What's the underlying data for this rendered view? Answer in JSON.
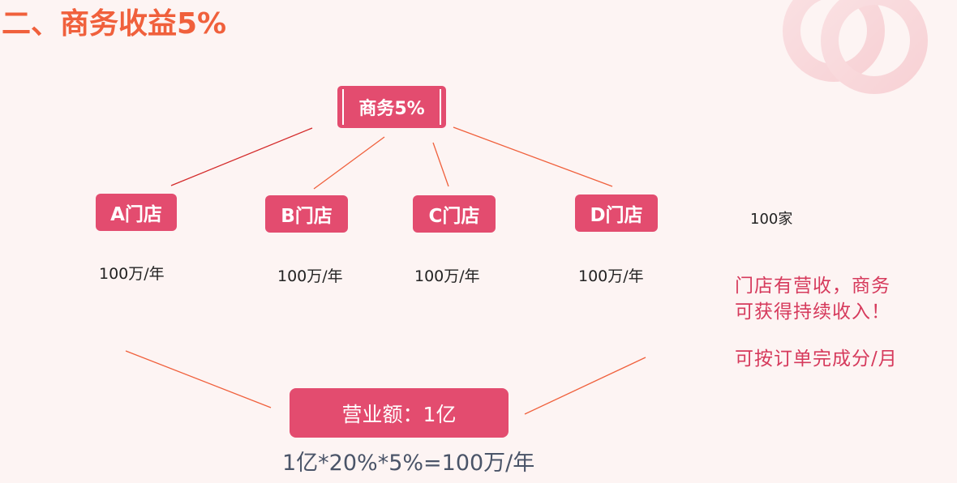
{
  "title": "二、商务收益5%",
  "root": {
    "label": "商务5%"
  },
  "stores": [
    {
      "label": "A门店",
      "revenue": "100万/年"
    },
    {
      "label": "B门店",
      "revenue": "100万/年"
    },
    {
      "label": "C门店",
      "revenue": "100万/年"
    },
    {
      "label": "D门店",
      "revenue": "100万/年"
    }
  ],
  "store_count": "100家",
  "revenue_box": {
    "label": "营业额：1亿"
  },
  "formula": "1亿*20%*5%=100万/年",
  "notes": {
    "line1": "门店有营收，商务",
    "line2": "可获得持续收入！",
    "line3": "可按订单完成分/月"
  },
  "colors": {
    "background": "#fdf4f3",
    "title": "#f0603c",
    "box": "#e34c6f",
    "note_text": "#d63a5c",
    "connector": "#f0603c",
    "connector_dark": "#d42a2a",
    "formula_text": "#4a5468"
  },
  "icons": [
    "decorative-rings-icon"
  ]
}
